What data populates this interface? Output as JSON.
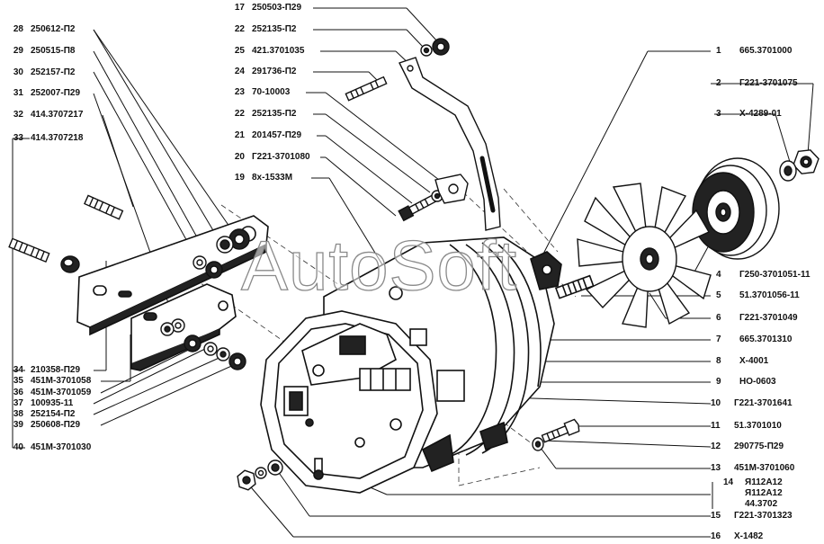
{
  "watermark": "AutoSoft",
  "callouts_left": [
    {
      "num": "28",
      "code": "250612-П2"
    },
    {
      "num": "29",
      "code": "250515-П8"
    },
    {
      "num": "30",
      "code": "252157-П2"
    },
    {
      "num": "31",
      "code": "252007-П29"
    },
    {
      "num": "32",
      "code": "414.3707217"
    },
    {
      "num": "33",
      "code": "414.3707218"
    },
    {
      "num": "34",
      "code": "210358-П29"
    },
    {
      "num": "35",
      "code": "451М-3701058"
    },
    {
      "num": "36",
      "code": "451М-3701059"
    },
    {
      "num": "37",
      "code": "100935-11"
    },
    {
      "num": "38",
      "code": "252154-П2"
    },
    {
      "num": "39",
      "code": "250608-П29"
    },
    {
      "num": "40",
      "code": "451М-3701030"
    }
  ],
  "callouts_top": [
    {
      "num": "17",
      "code": "250503-П29"
    },
    {
      "num": "22",
      "code": "252135-П2"
    },
    {
      "num": "25",
      "code": "421.3701035"
    },
    {
      "num": "24",
      "code": "291736-П2"
    },
    {
      "num": "23",
      "code": "70-10003"
    },
    {
      "num": "22",
      "code": "252135-П2"
    },
    {
      "num": "21",
      "code": "201457-П29"
    },
    {
      "num": "20",
      "code": "Г221-3701080"
    },
    {
      "num": "19",
      "code": "8х-1533М"
    }
  ],
  "callouts_right": [
    {
      "num": "1",
      "code": "665.3701000"
    },
    {
      "num": "2",
      "code": "Г221-3701075"
    },
    {
      "num": "3",
      "code": "Х-4289-01"
    },
    {
      "num": "4",
      "code": "Г250-3701051-11"
    },
    {
      "num": "5",
      "code": "51.3701056-11"
    },
    {
      "num": "6",
      "code": "Г221-3701049"
    },
    {
      "num": "7",
      "code": "665.3701310"
    },
    {
      "num": "8",
      "code": "Х-4001"
    },
    {
      "num": "9",
      "code": "НО-0603"
    },
    {
      "num": "10",
      "code": "Г221-3701641"
    },
    {
      "num": "11",
      "code": "51.3701010"
    },
    {
      "num": "12",
      "code": "290775-П29"
    },
    {
      "num": "13",
      "code": "451М-3701060"
    },
    {
      "num": "14",
      "code_lines": [
        "Я112А12",
        "Я112А12",
        "44.3702"
      ]
    },
    {
      "num": "15",
      "code": "Г221-3701323"
    },
    {
      "num": "16",
      "code": "Х-1482"
    }
  ]
}
